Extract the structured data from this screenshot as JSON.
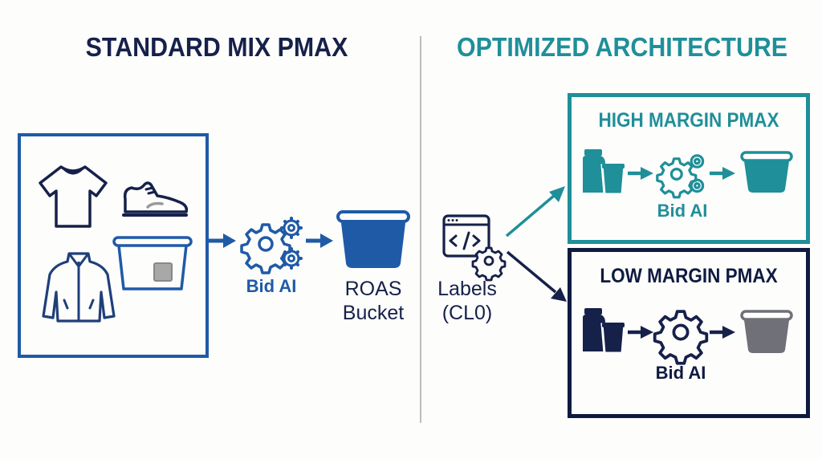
{
  "left_panel": {
    "title": "STANDARD MIX PMAX",
    "products": [
      "t-shirt",
      "sneaker",
      "jacket",
      "container"
    ],
    "bid_label": "Bid AI",
    "bucket_label_line1": "ROAS",
    "bucket_label_line2": "Bucket"
  },
  "right_panel": {
    "title": "OPTIMIZED ARCHITECTURE",
    "labels_line1": "Labels",
    "labels_line2": "(CL0)",
    "high": {
      "title": "HIGH MARGIN PMAX",
      "bid_label": "Bid AI"
    },
    "low": {
      "title": "LOW MARGIN PMAX",
      "bid_label": "Bid AI"
    }
  },
  "colors": {
    "navy": "#16214a",
    "blue": "#1f5aa6",
    "teal": "#1f8f99",
    "dark": "#0f1a40",
    "gray": "#6f7078"
  }
}
